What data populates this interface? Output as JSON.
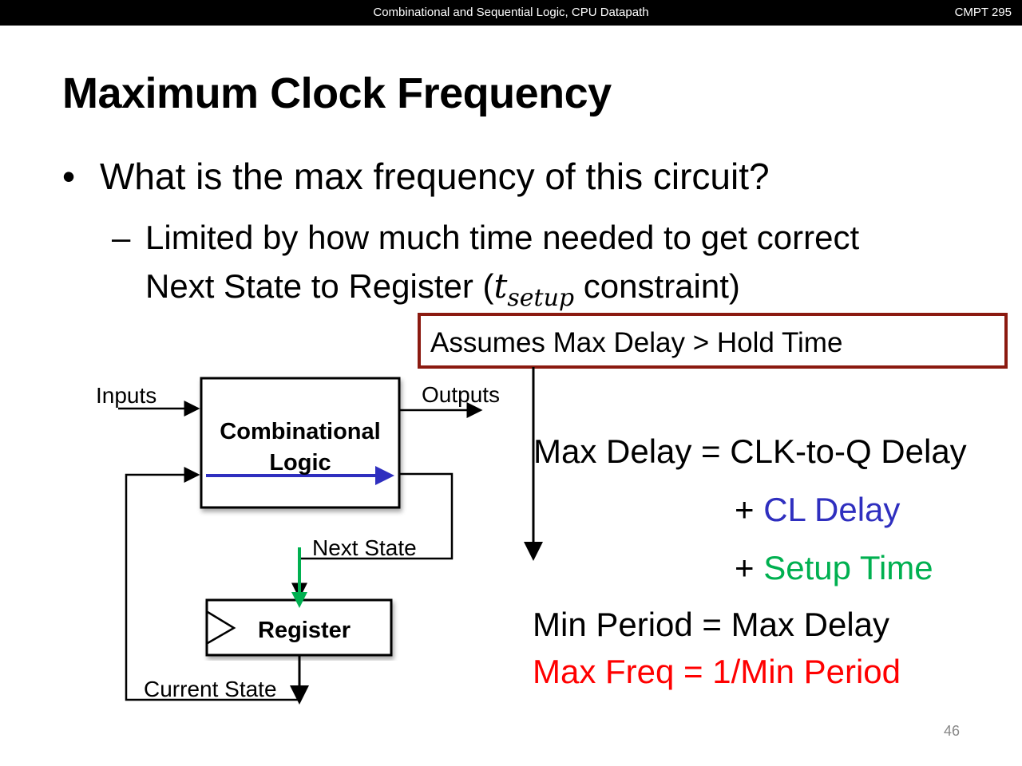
{
  "header": {
    "course_topic": "Combinational and Sequential Logic, CPU Datapath",
    "course": "CMPT 295"
  },
  "slide": {
    "title": "Maximum Clock Frequency",
    "bullet1": "What is the max frequency of this circuit?",
    "bullet_symbol": "•",
    "dash_symbol": "–",
    "sub_bullet_line1": "Limited by how much time needed to get correct",
    "sub_bullet_line2_pre": "Next State to Register (",
    "t_var": "t",
    "t_sub": "setup",
    "sub_bullet_line2_post": " constraint)",
    "assumption": "Assumes Max Delay > Hold Time",
    "equations": {
      "max_delay": "Max Delay = CLK-to-Q Delay",
      "plus1": "+ ",
      "cl_delay": "CL Delay",
      "plus2": "+ ",
      "setup_time": "Setup Time",
      "min_period": "Min Period = Max Delay",
      "max_freq": "Max Freq = 1/Min Period"
    },
    "page_number": "46"
  },
  "diagram": {
    "inputs": "Inputs",
    "outputs": "Outputs",
    "comb_line1": "Combinational",
    "comb_line2": "Logic",
    "next_state": "Next State",
    "register": "Register",
    "current_state": "Current State"
  },
  "colors": {
    "cl_delay": "#2f2fbf",
    "setup_time": "#00b050",
    "max_freq": "#ff0000",
    "assumption_border": "#8b1a10"
  }
}
